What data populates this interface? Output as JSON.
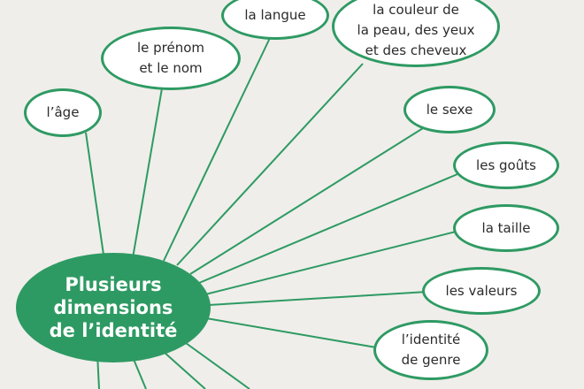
{
  "diagram": {
    "center": {
      "label": "Plusieurs\ndimensions\nde l’identité"
    },
    "nodes": [
      {
        "id": "age",
        "label": "l’âge"
      },
      {
        "id": "prenom-nom",
        "label": "le prénom\net le nom"
      },
      {
        "id": "langue",
        "label": "la langue"
      },
      {
        "id": "couleur",
        "label": "la couleur de\nla peau, des yeux\net des cheveux"
      },
      {
        "id": "sexe",
        "label": "le sexe"
      },
      {
        "id": "gouts",
        "label": "les goûts"
      },
      {
        "id": "taille",
        "label": "la taille"
      },
      {
        "id": "valeurs",
        "label": "les valeurs"
      },
      {
        "id": "identite-genre",
        "label": "l’identité\nde genre"
      }
    ],
    "colors": {
      "green": "#2e9a63",
      "background": "#efeeea",
      "node_fill": "#ffffff"
    }
  }
}
